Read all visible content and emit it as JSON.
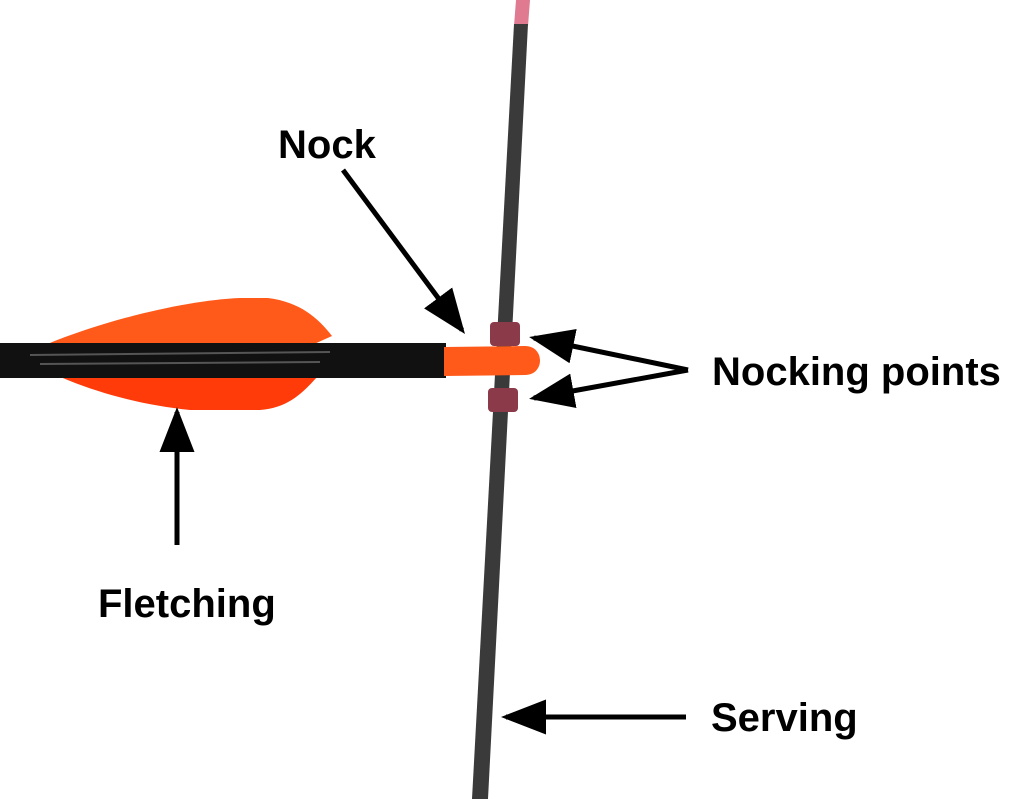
{
  "labels": {
    "nock": "Nock",
    "nocking_points": "Nocking points",
    "fletching": "Fletching",
    "serving": "Serving"
  },
  "colors": {
    "fletching": "#ff4a10",
    "nock": "#ff5a1a",
    "shaft": "#111111",
    "string": "#3a3a3a",
    "nocking_point_wrap": "#8a3a48",
    "string_top": "#e07a90"
  }
}
